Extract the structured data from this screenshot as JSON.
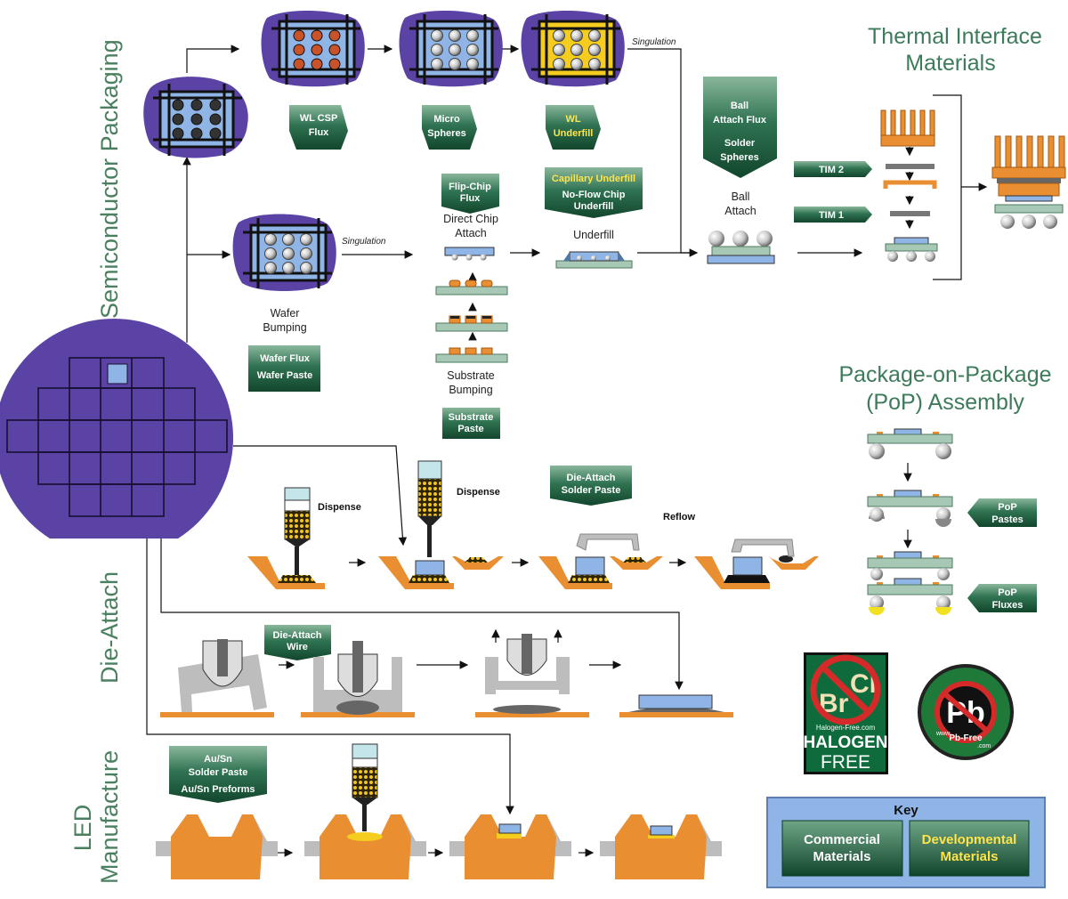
{
  "headings": {
    "thermal_line1": "Thermal Interface",
    "thermal_line2": "Materials",
    "pop_line1": "Package-on-Package",
    "pop_line2": "(PoP) Assembly"
  },
  "sections": {
    "semiconductor": "Semiconductor Packaging",
    "die_attach": "Die-Attach",
    "led_line1": "LED",
    "led_line2": "Manufacture"
  },
  "labels": {
    "singulation": "Singulation",
    "wafer_bumping_1": "Wafer",
    "wafer_bumping_2": "Bumping",
    "direct_chip_1": "Direct Chip",
    "direct_chip_2": "Attach",
    "underfill": "Underfill",
    "ball_attach_1": "Ball",
    "ball_attach_2": "Attach",
    "substrate_bumping_1": "Substrate",
    "substrate_bumping_2": "Bumping",
    "dispense": "Dispense",
    "reflow": "Reflow"
  },
  "badges": {
    "wl_csp_flux": [
      "WL CSP",
      "Flux"
    ],
    "micro_spheres": [
      "Micro",
      "Spheres"
    ],
    "wl_underfill": [
      "WL",
      "Underfill"
    ],
    "ball_attach_flux": [
      "Ball",
      "Attach Flux",
      "Solder",
      "Spheres"
    ],
    "flip_chip_flux": [
      "Flip-Chip",
      "Flux"
    ],
    "capillary_underfill": "Capillary Underfill",
    "no_flow_underfill": [
      "No-Flow Chip",
      "Underfill"
    ],
    "wafer_flux": "Wafer Flux",
    "wafer_paste": "Wafer Paste",
    "substrate_paste": [
      "Substrate",
      "Paste"
    ],
    "tim2": "TIM 2",
    "tim1": "TIM 1",
    "die_attach_solder_paste": [
      "Die-Attach",
      "Solder Paste"
    ],
    "die_attach_wire": [
      "Die-Attach",
      "Wire"
    ],
    "ausn": [
      "Au/Sn",
      "Solder Paste",
      "Au/Sn Preforms"
    ],
    "pop_pastes": [
      "PoP",
      "Pastes"
    ],
    "pop_fluxes": [
      "PoP",
      "Fluxes"
    ]
  },
  "logos": {
    "halogen_cl": "Cl",
    "halogen_br": "Br",
    "halogen_ring": "Halogen-Free.com",
    "halogen_word1": "HALOGEN",
    "halogen_word2": "FREE",
    "pb_symbol": "Pb",
    "pb_www": "www.",
    "pb_site": "Pb-Free",
    "pb_com": ".com"
  },
  "key": {
    "title": "Key",
    "commercial": [
      "Commercial",
      "Materials"
    ],
    "developmental": [
      "Developmental",
      "Materials"
    ]
  },
  "colors": {
    "purple": "#5b43a6",
    "green_dark": "#1e5a3c",
    "green_light": "#5f9c7c",
    "blue_die": "#8fb4e6",
    "orange": "#e98f32",
    "yellow": "#f5cd1f",
    "grey": "#bdbdbd"
  }
}
